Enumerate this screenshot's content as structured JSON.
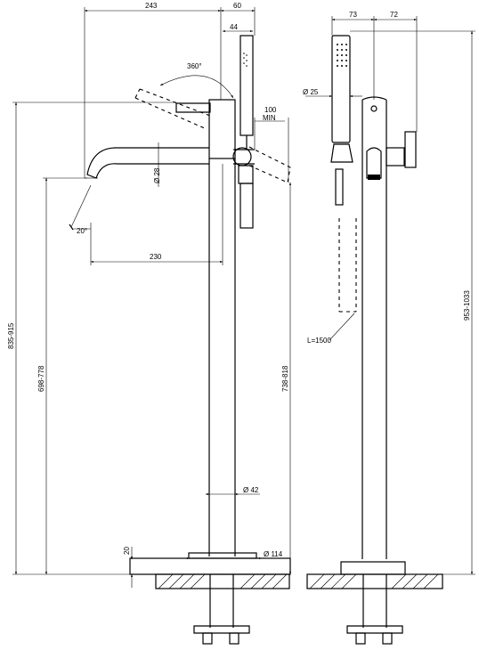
{
  "front_view": {
    "dim_243": "243",
    "dim_60": "60",
    "dim_44": "44",
    "dim_360": "360°",
    "dim_100": "100",
    "dim_min": "MIN",
    "dim_28": "Ø 28",
    "dim_20deg": "20°",
    "dim_230": "230",
    "dim_835_915": "835-915",
    "dim_698_778": "698-778",
    "dim_738_818": "738-818",
    "dim_42": "Ø 42",
    "dim_114": "Ø 114",
    "dim_20": "20"
  },
  "side_view": {
    "dim_73": "73",
    "dim_72": "72",
    "dim_25": "Ø 25",
    "dim_l1500": "L=1500",
    "dim_953_1033": "953-1033"
  }
}
